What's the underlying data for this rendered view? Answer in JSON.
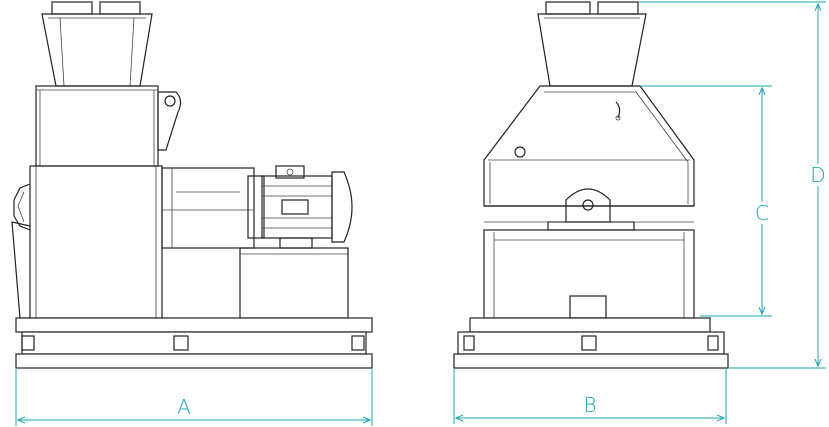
{
  "colors": {
    "dimension": "#19a7b3",
    "line": "#222222",
    "background": "#ffffff"
  },
  "dimensions": {
    "A": "A",
    "B": "B",
    "C": "C",
    "D": "D"
  }
}
